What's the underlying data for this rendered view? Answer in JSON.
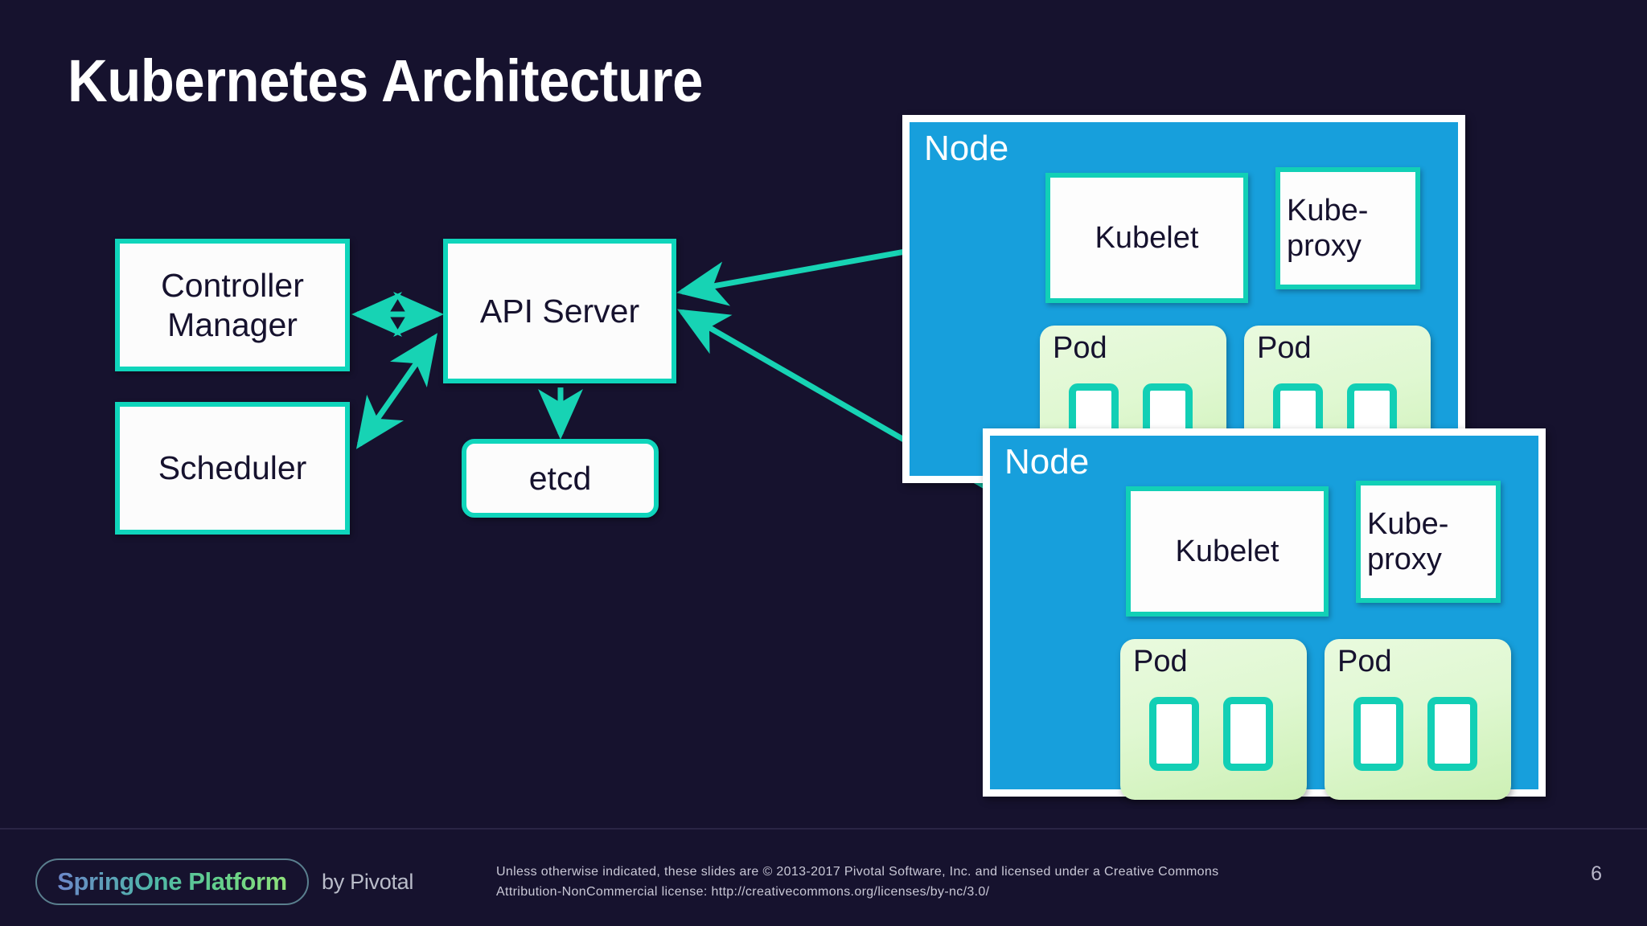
{
  "slide": {
    "title": "Kubernetes Architecture",
    "background_color": "#16122e",
    "accent_teal": "#0fd5bb",
    "node_blue": "#179fdc",
    "pod_green": "#ddf6cf"
  },
  "control_plane": {
    "controller_manager": "Controller\nManager",
    "controller_manager_line1": "Controller",
    "controller_manager_line2": "Manager",
    "scheduler": "Scheduler",
    "api_server": "API Server",
    "etcd": "etcd"
  },
  "nodes": [
    {
      "label": "Node",
      "kubelet": "Kubelet",
      "kube_proxy_line1": "Kube-",
      "kube_proxy_line2": "proxy",
      "pods": [
        {
          "label": "Pod",
          "containers": 2
        },
        {
          "label": "Pod",
          "containers": 2
        }
      ]
    },
    {
      "label": "Node",
      "kubelet": "Kubelet",
      "kube_proxy_line1": "Kube-",
      "kube_proxy_line2": "proxy",
      "pods": [
        {
          "label": "Pod",
          "containers": 2
        },
        {
          "label": "Pod",
          "containers": 2
        }
      ]
    }
  ],
  "connections": [
    {
      "from": "Controller Manager",
      "to": "API Server",
      "style": "double"
    },
    {
      "from": "Scheduler",
      "to": "API Server",
      "style": "double"
    },
    {
      "from": "API Server",
      "to": "etcd",
      "style": "single"
    },
    {
      "from": "Node 1 Kubelet",
      "to": "API Server",
      "style": "double"
    },
    {
      "from": "Node 2 Kubelet",
      "to": "API Server",
      "style": "double"
    }
  ],
  "footer": {
    "logo_text": "SpringOne Platform",
    "by_line": "by Pivotal",
    "copyright_line1": "Unless otherwise indicated, these slides are © 2013-2017 Pivotal Software, Inc. and licensed under a Creative Commons",
    "copyright_line2": "Attribution-NonCommercial license: http://creativecommons.org/licenses/by-nc/3.0/",
    "page_number": "6"
  }
}
